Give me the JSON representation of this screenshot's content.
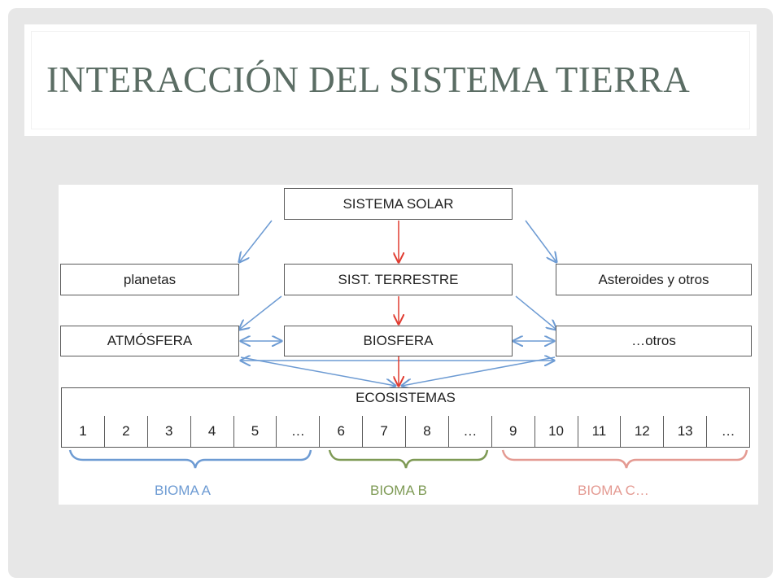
{
  "title": "INTERACCIÓN DEL SISTEMA TIERRA",
  "diagram": {
    "top": "SISTEMA SOLAR",
    "level2": [
      "planetas",
      "SIST. TERRESTRE",
      "Asteroides y otros"
    ],
    "level3": [
      "ATMÓSFERA",
      "BIOSFERA",
      "…otros"
    ],
    "ecosystems": {
      "label": "ECOSISTEMAS",
      "cells": [
        "1",
        "2",
        "3",
        "4",
        "5",
        "…",
        "6",
        "7",
        "8",
        "…",
        "9",
        "10",
        "11",
        "12",
        "13",
        "…"
      ]
    },
    "biomes": [
      {
        "label": "BIOMA A",
        "color": "#6d9bd3"
      },
      {
        "label": "BIOMA B",
        "color": "#7e9a55"
      },
      {
        "label": "BIOMA C…",
        "color": "#e49a92"
      }
    ],
    "colors": {
      "blue_arrow": "#6d9bd3",
      "red_arrow": "#e03c31",
      "box_border": "#5a5a5a"
    }
  }
}
